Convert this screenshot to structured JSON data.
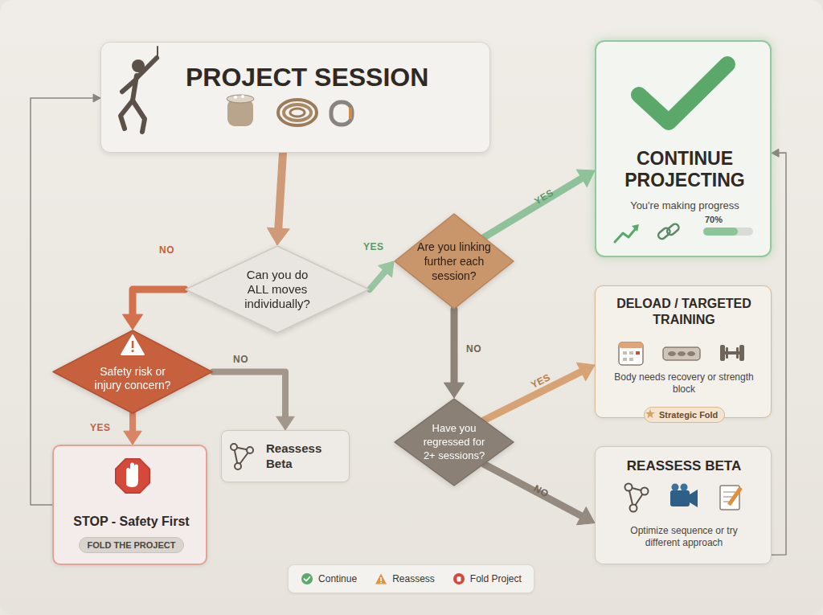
{
  "diagram": {
    "nodes": [
      {
        "text": [
          "PROJECT SESSION"
        ]
      },
      {
        "text": [
          "Can you do ALL moves individually?"
        ]
      },
      {
        "text": [
          "Are you linking further each session?"
        ]
      },
      {
        "text": [
          "CONTINUE PROJECTING",
          "You're making progress",
          "70%"
        ]
      },
      {
        "text": [
          "Safety risk or injury concern?"
        ]
      },
      {
        "text": [
          "Reassess Beta"
        ]
      },
      {
        "text": [
          "STOP - Safety First",
          "FOLD THE PROJECT"
        ]
      },
      {
        "text": [
          "Have you regressed for 2+ sessions?"
        ]
      },
      {
        "text": [
          "DELOAD / TARGETED TRAINING",
          "Body needs recovery or strength block",
          "Strategic Fold"
        ]
      },
      {
        "text": [
          "REASSESS BETA",
          "Optimize sequence or try different approach"
        ]
      }
    ],
    "edges": [
      {
        "from": 0,
        "to": 1,
        "arrow": "to"
      },
      {
        "from": 1,
        "to": 2,
        "label": "YES",
        "arrow": "to"
      },
      {
        "from": 1,
        "to": 4,
        "label": "NO",
        "arrow": "to"
      },
      {
        "from": 2,
        "to": 3,
        "label": "YES",
        "arrow": "to"
      },
      {
        "from": 2,
        "to": 7,
        "label": "NO",
        "arrow": "to"
      },
      {
        "from": 4,
        "to": 6,
        "label": "YES",
        "arrow": "to"
      },
      {
        "from": 4,
        "to": 5,
        "label": "NO",
        "arrow": "to"
      },
      {
        "from": 7,
        "to": 8,
        "label": "YES",
        "arrow": "to"
      },
      {
        "from": 7,
        "to": 9,
        "label": "NO",
        "arrow": "to"
      },
      {
        "from": 6,
        "to": 0,
        "arrow": "to"
      },
      {
        "from": 9,
        "to": 3,
        "arrow": "to"
      }
    ],
    "legend": [
      {
        "text": "Continue"
      },
      {
        "text": "Reassess"
      },
      {
        "text": "Fold Project"
      }
    ]
  }
}
